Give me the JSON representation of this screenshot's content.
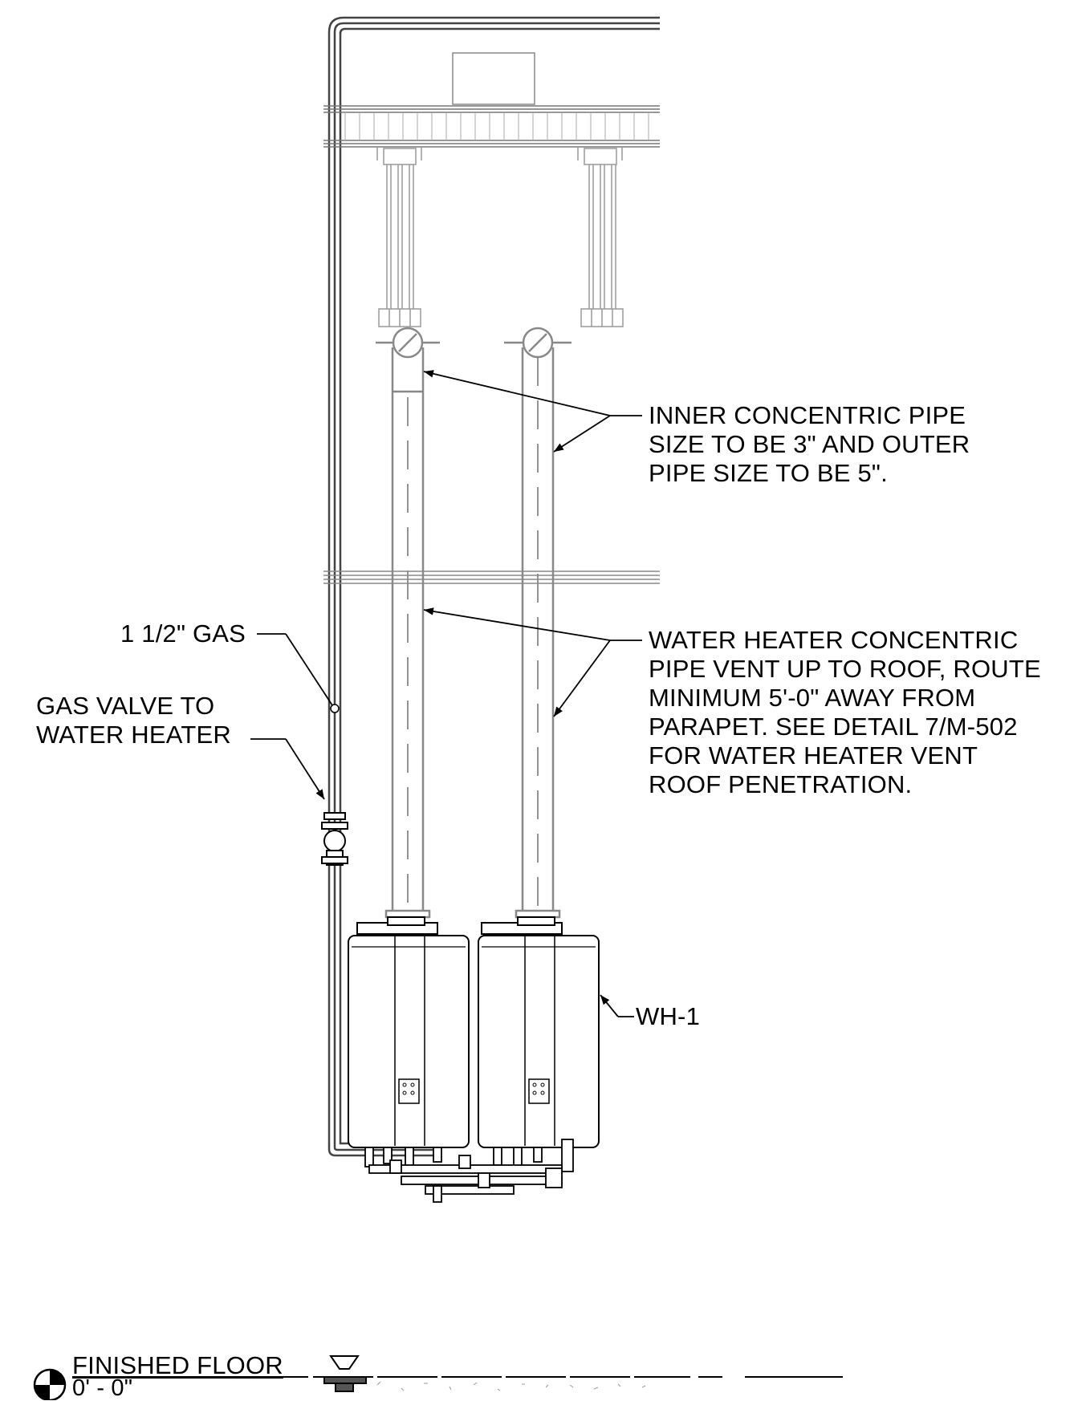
{
  "notes": {
    "inner_pipe": [
      "INNER CONCENTRIC PIPE",
      "SIZE TO BE 3\" AND OUTER",
      "PIPE SIZE TO BE 5\"."
    ],
    "vent": [
      "WATER HEATER CONCENTRIC",
      "PIPE VENT UP TO ROOF, ROUTE",
      "MINIMUM 5'-0\" AWAY FROM",
      "PARAPET. SEE DETAIL 7/M-502",
      "FOR WATER HEATER VENT",
      "ROOF PENETRATION."
    ],
    "gas": "1 1/2\" GAS",
    "gas_valve": [
      "GAS VALVE TO",
      "WATER HEATER"
    ],
    "equipment_tag": "WH-1"
  },
  "level": {
    "name": "FINISHED FLOOR",
    "elevation": "0' - 0\""
  }
}
